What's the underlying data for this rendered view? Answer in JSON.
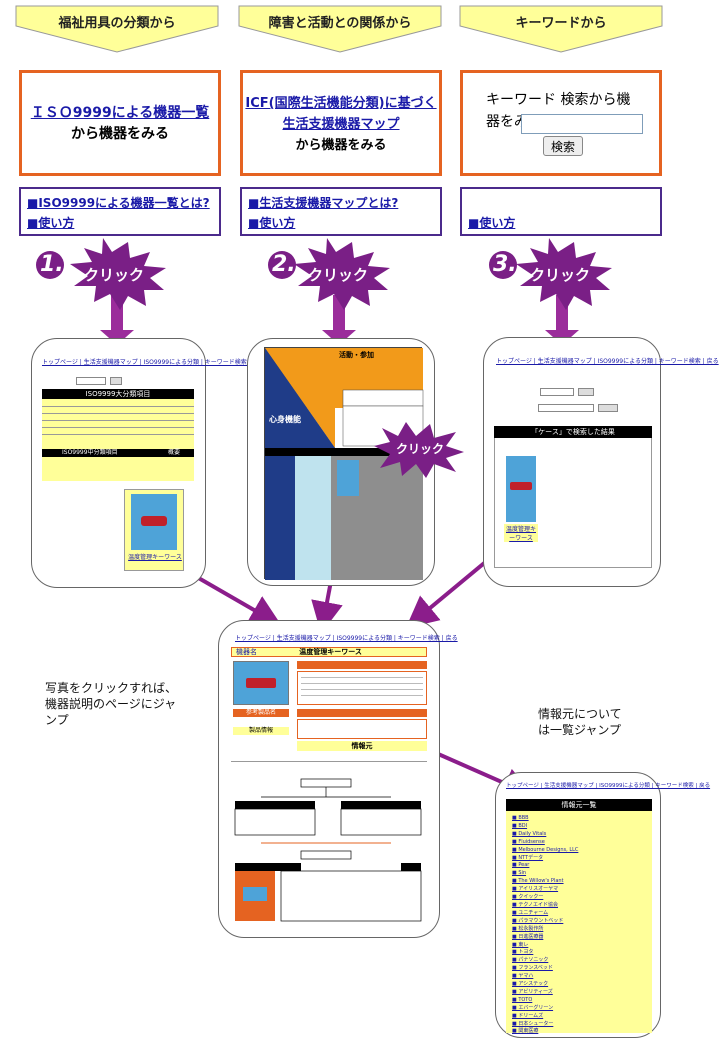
{
  "headers": [
    {
      "label": "福祉用具の分類から"
    },
    {
      "label": "障害と活動との関係から"
    },
    {
      "label": "キーワードから"
    }
  ],
  "box1": {
    "link": "ＩＳＯ9999による機器一覧",
    "text": "から機器をみる"
  },
  "box2": {
    "link": "ICF(国際生活機能分類)に基づく生活支援機器マップ",
    "text": "から機器をみる"
  },
  "box3": {
    "text": "キーワード 検索から機器をみる",
    "search_button": "検索",
    "search_value": ""
  },
  "links1": {
    "about": "■ISO9999による機器一覧とは?",
    "howto": "■使い方"
  },
  "links2": {
    "about": "■生活支援機器マップとは?",
    "howto": "■使い方"
  },
  "links3": {
    "howto": "■使い方"
  },
  "steps": [
    {
      "num": "1.",
      "label": "クリック"
    },
    {
      "num": "2.",
      "label": "クリック"
    },
    {
      "num": "3.",
      "label": "クリック"
    }
  ],
  "click_mid": "クリック",
  "caption_left": "写真をクリックすれば、機器説明のページにジャンプ",
  "caption_right": "情報元については一覧ジャンプ",
  "shot_nav": "トップページ | 生活支援機器マップ | ISO9999による分類 | キーワード検索 | 戻る",
  "shot1": {
    "title": "ISO9999大分類項目",
    "mid_title": "ISO9999中分類項目",
    "mid_col2": "概要",
    "item_label": "温度管理キーワース"
  },
  "shot2": {
    "title": "活動・参加",
    "left_label": "心身機能"
  },
  "shot3": {
    "result_title": "「ケース」で検索した結果",
    "item_label": "温度管理キーワース"
  },
  "detail": {
    "heading": "温度管理キーワース",
    "category_label": "機器名",
    "section": "情報元",
    "ref_heading": "参考製品名",
    "product_info": "製品情報"
  },
  "sources": {
    "title": "情報元一覧",
    "items": [
      "BBB",
      "BDI",
      "Daily Vitals",
      "Fluidsense",
      "Melbourne Designs, LLC",
      "NTTデータ",
      "Pear",
      "Sin",
      "The Willow's Plant",
      "アイリスオーヤマ",
      "クイックー",
      "テクノエイド協会",
      "ユニチャーム",
      "パラマウントベッド",
      "松永製作所",
      "日進医療器",
      "東レ",
      "トヨタ",
      "パナソニック",
      "フランスベッド",
      "ヤマハ",
      "アシステック",
      "アビリティーズ",
      "TOTO",
      "エバーグリーン",
      "ドリームズ",
      "日本シューター",
      "関東医療"
    ]
  },
  "colors": {
    "header_fill": "#ffff99",
    "orange": "#e56321",
    "purple": "#7030a0",
    "link": "#1a1aa8",
    "arrow": "#8b1d8b"
  }
}
